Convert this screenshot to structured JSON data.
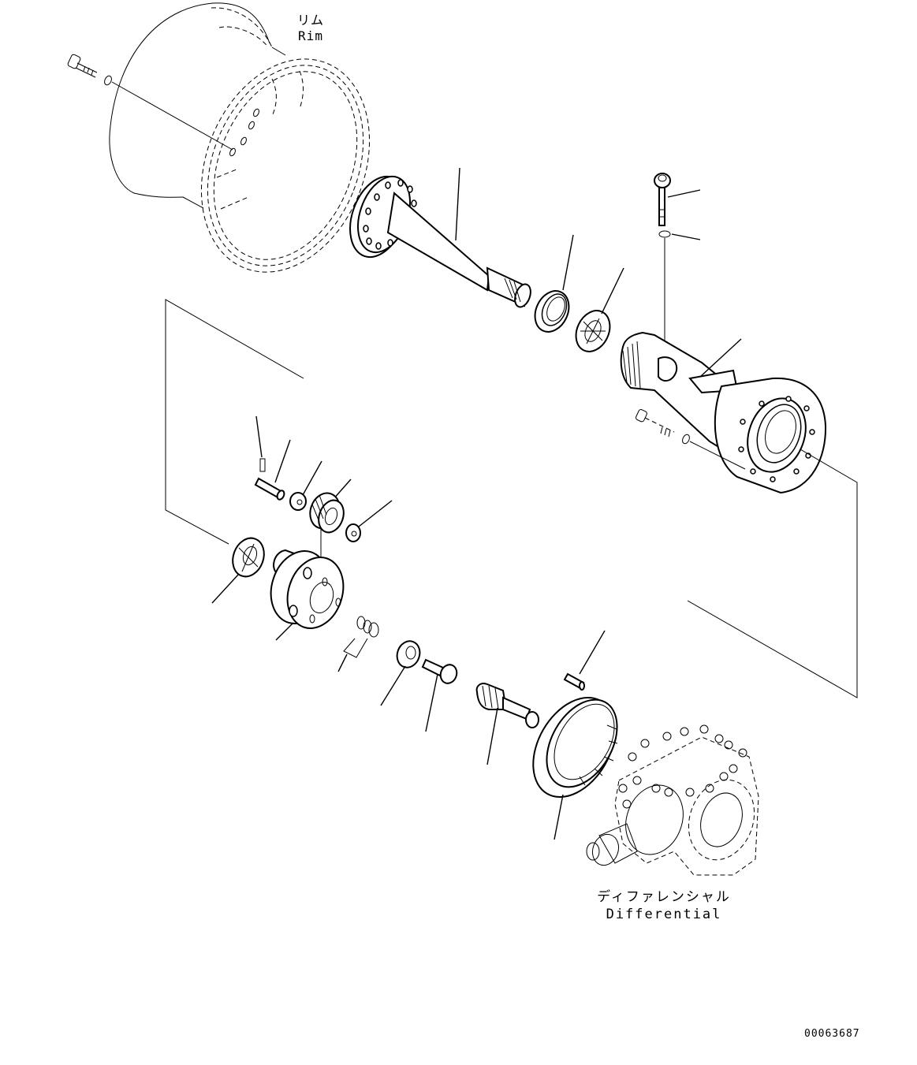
{
  "diagram": {
    "type": "exploded-parts-view",
    "labels": {
      "rim_jp": "リム",
      "rim_en": "Rim",
      "differential_jp": "ディファレンシャル",
      "differential_en": "Differential"
    },
    "drawing_number": "00063687",
    "components": [
      {
        "name": "rim",
        "style": "phantom-dashed"
      },
      {
        "name": "rim-bolt"
      },
      {
        "name": "rim-washer"
      },
      {
        "name": "axle-shaft-with-flange"
      },
      {
        "name": "oil-seal"
      },
      {
        "name": "bearing"
      },
      {
        "name": "breather-bolt"
      },
      {
        "name": "breather-washer"
      },
      {
        "name": "axle-housing"
      },
      {
        "name": "housing-bolt"
      },
      {
        "name": "housing-washer"
      },
      {
        "name": "small-pin"
      },
      {
        "name": "pinion-shaft-pin"
      },
      {
        "name": "nut-left"
      },
      {
        "name": "planetary-gear"
      },
      {
        "name": "nut-right"
      },
      {
        "name": "inner-bearing"
      },
      {
        "name": "planet-carrier"
      },
      {
        "name": "thrust-washers"
      },
      {
        "name": "retainer-washer"
      },
      {
        "name": "carrier-bolt"
      },
      {
        "name": "sun-gear-shaft"
      },
      {
        "name": "ring-gear-pin"
      },
      {
        "name": "ring-gear"
      },
      {
        "name": "differential",
        "style": "phantom-dashed"
      }
    ]
  }
}
